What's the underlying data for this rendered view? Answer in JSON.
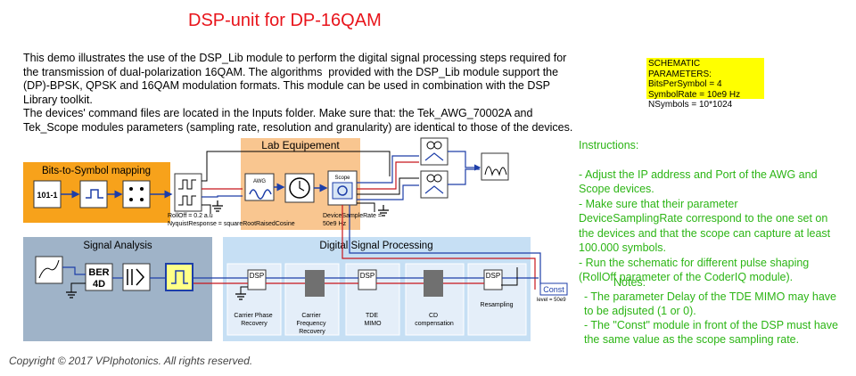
{
  "title": "DSP-unit for DP-16QAM",
  "description": [
    "This demo illustrates the use of the DSP_Lib module to perform the digital signal processing steps required for",
    "the transmission of dual-polarization 16QAM. The algorithms  provided with the DSP_Lib module support the",
    "(DP)-BPSK, QPSK and 16QAM modulation formats. This module can be used in combination with the DSP",
    "Library toolkit.",
    "The devices' command files are located in the Inputs folder. Make sure that: the Tek_AWG_70002A and",
    "Tek_Scope modules parameters (sampling rate, resolution and granularity) are identical to those of the devices."
  ],
  "schematic_parameters": {
    "heading": "SCHEMATIC PARAMETERS:",
    "lines": [
      "BitsPerSymbol = 4",
      "SymbolRate = 10e9 Hz",
      "NSymbols = 10*1024"
    ]
  },
  "instructions": {
    "heading": "Instructions:",
    "items": [
      "- Adjust the IP address and Port of the AWG and Scope devices.",
      "- Make sure that their parameter DeviceSamplingRate correspond to the one set on the devices and that the scope can capture at least 100.000 symbols.",
      "- Run the schematic for different pulse shaping (RollOff parameter of the CoderIQ module)."
    ]
  },
  "notes": {
    "heading": "Notes:",
    "items": [
      "- The parameter Delay of the TDE MIMO may have to be adjsuted (1 or 0).",
      "- The \"Const\" module in front of the DSP must have the same value as the scope sampling rate."
    ]
  },
  "copyright": "Copyright © 2017 VPIphotonics. All rights reserved.",
  "groups": {
    "bits_to_symbol": "Bits-to-Symbol mapping",
    "lab_equipment": "Lab Equipement",
    "signal_analysis": "Signal Analysis",
    "dsp": "Digital Signal Processing"
  },
  "blocks": {
    "bit_source": "101-1",
    "ber": "BER",
    "ber_dim": "4D",
    "awg_label": "AWG",
    "scope_label": "Scope",
    "dsp_label": "DSP",
    "const_label": "Const",
    "const_param": "level = 50e9"
  },
  "params": {
    "coder_rolloff": "RollOff = 0.2 a.u",
    "coder_nyquist": "NyquistResponse = squareRootRaisedCosine",
    "scope_rate_1": "DeviceSampleRate =",
    "scope_rate_2": "50e9 Hz"
  },
  "dsp_stages": [
    {
      "label": [
        "Carrier Phase",
        "Recovery"
      ]
    },
    {
      "label": [
        "Carrier",
        "Frequency",
        "Recovery"
      ]
    },
    {
      "label": [
        "TDE",
        "MIMO"
      ]
    },
    {
      "label": [
        "CD",
        "compensation"
      ]
    },
    {
      "label": [
        "Resampling"
      ]
    }
  ],
  "colors": {
    "title": "#e8141b",
    "orange_group": "#f7a21b",
    "light_orange_group": "#f9c690",
    "gray_group": "#9fb3c8",
    "light_blue_group": "#c6dff4",
    "wire_blue": "#1d3ea8",
    "wire_red": "#c8161c",
    "instructions_green": "#2cb515",
    "params_yellow": "#ffff00"
  }
}
